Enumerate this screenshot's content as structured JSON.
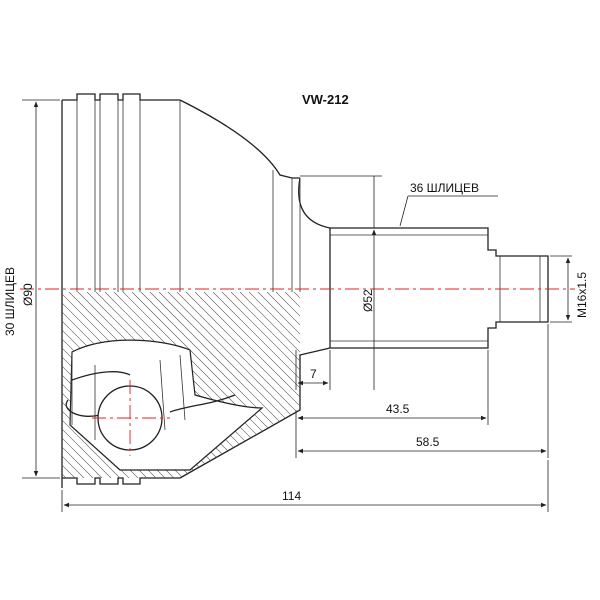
{
  "part_number": "VW-212",
  "labels": {
    "outer_splines": "36 ШЛИЦЕВ",
    "inner_splines": "30 ШЛИЦЕВ",
    "outer_diameter": "Ø90",
    "shaft_diameter": "Ø52",
    "thread": "M16x1.5",
    "dim_7": "7",
    "dim_43_5": "43.5",
    "dim_58_5": "58.5",
    "dim_114": "114"
  },
  "colors": {
    "centerline": "#e02020",
    "line": "#222222"
  }
}
